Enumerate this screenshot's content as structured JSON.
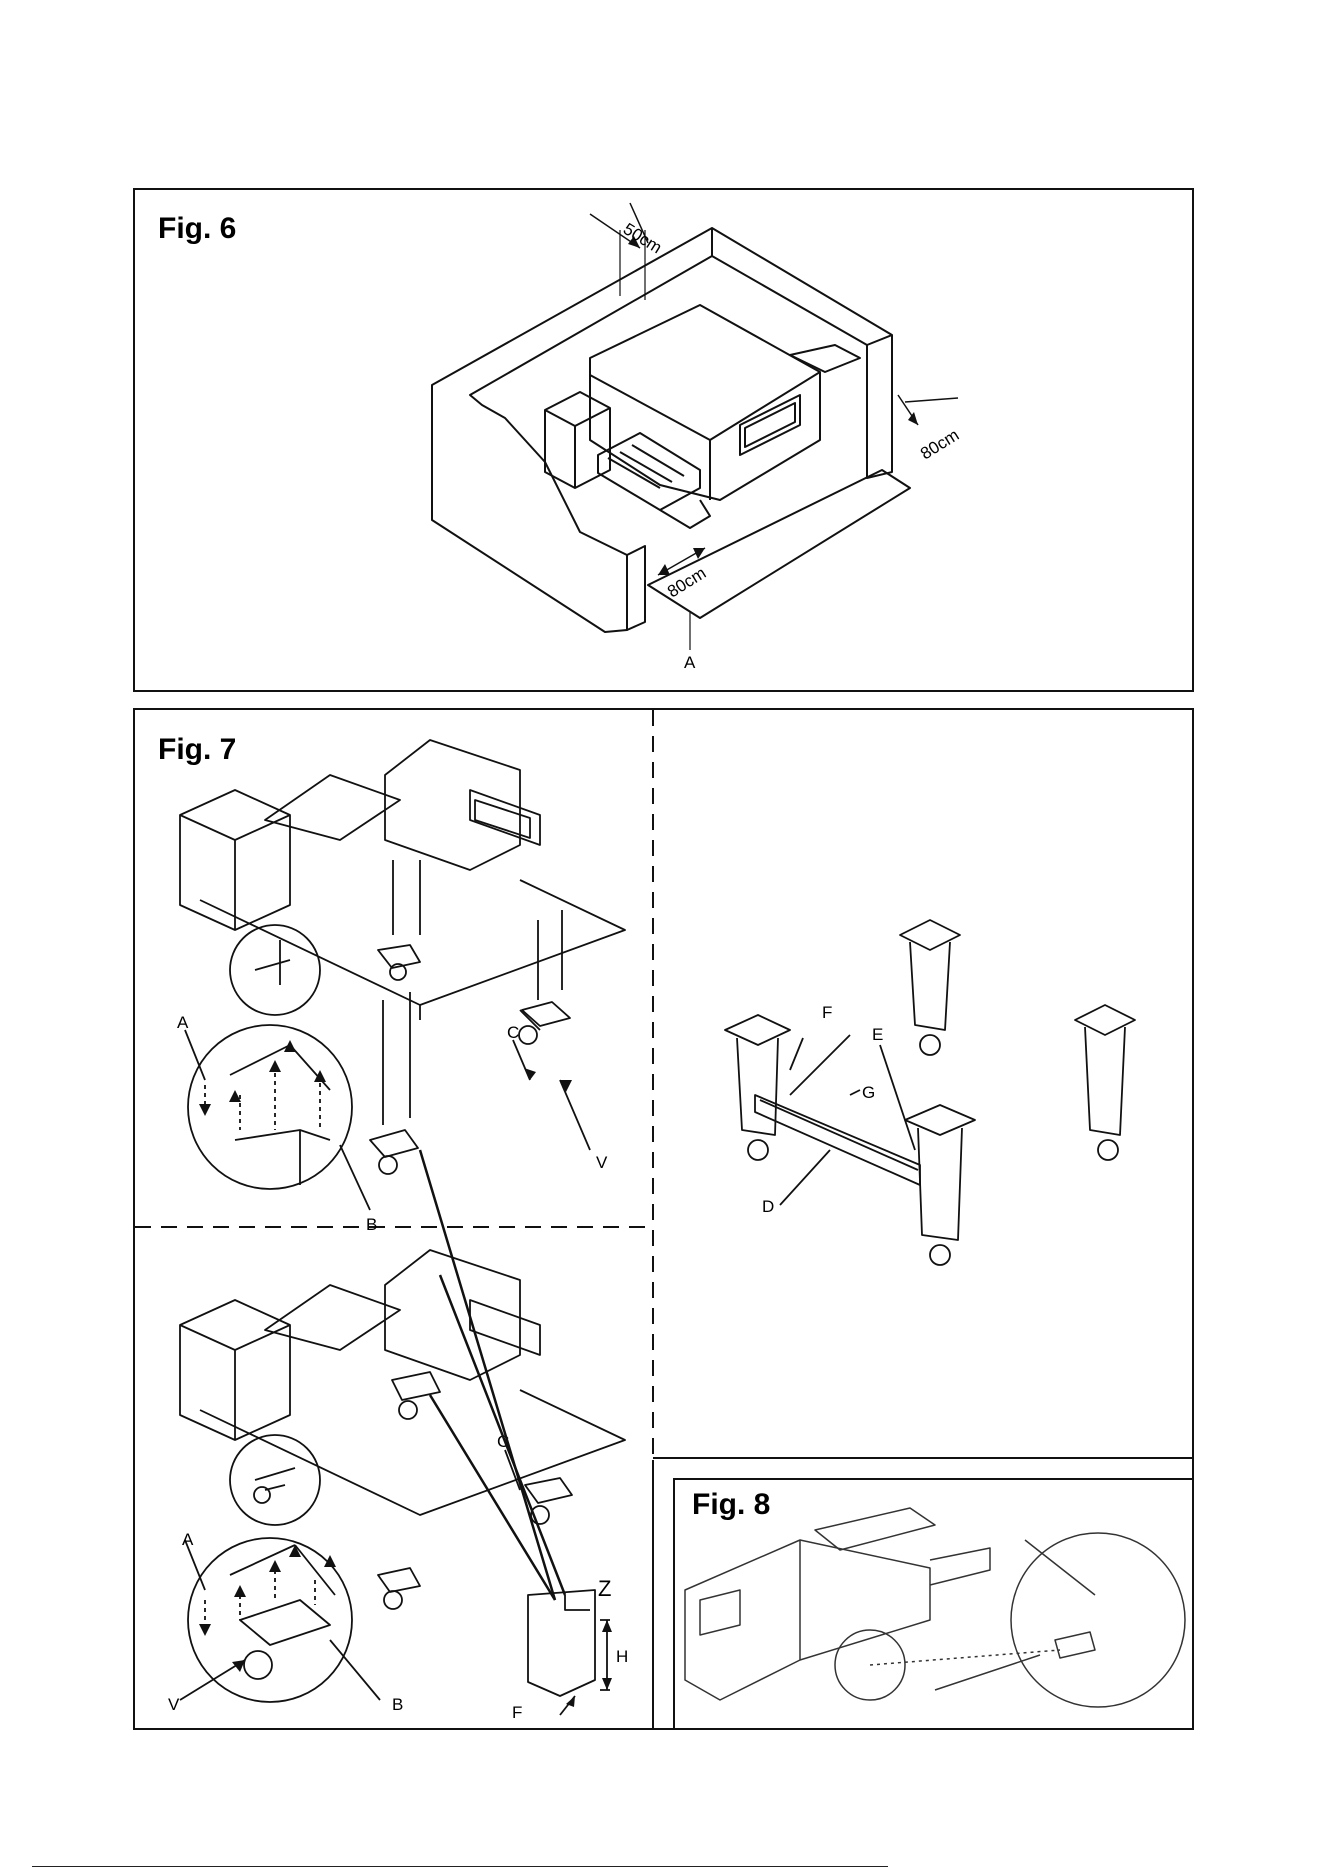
{
  "fig6": {
    "title": "Fig. 6",
    "labels": {
      "top_clearance": "50cm",
      "side_clearance": "80cm",
      "front_clearance": "80cm",
      "area": "A"
    }
  },
  "fig7": {
    "title": "Fig. 7",
    "labels": {
      "A": "A",
      "B": "B",
      "C": "C",
      "V": "V",
      "D": "D",
      "E": "E",
      "F": "F",
      "G": "G",
      "Z": "Z",
      "H": "H"
    }
  },
  "fig8": {
    "title": "Fig. 8"
  }
}
